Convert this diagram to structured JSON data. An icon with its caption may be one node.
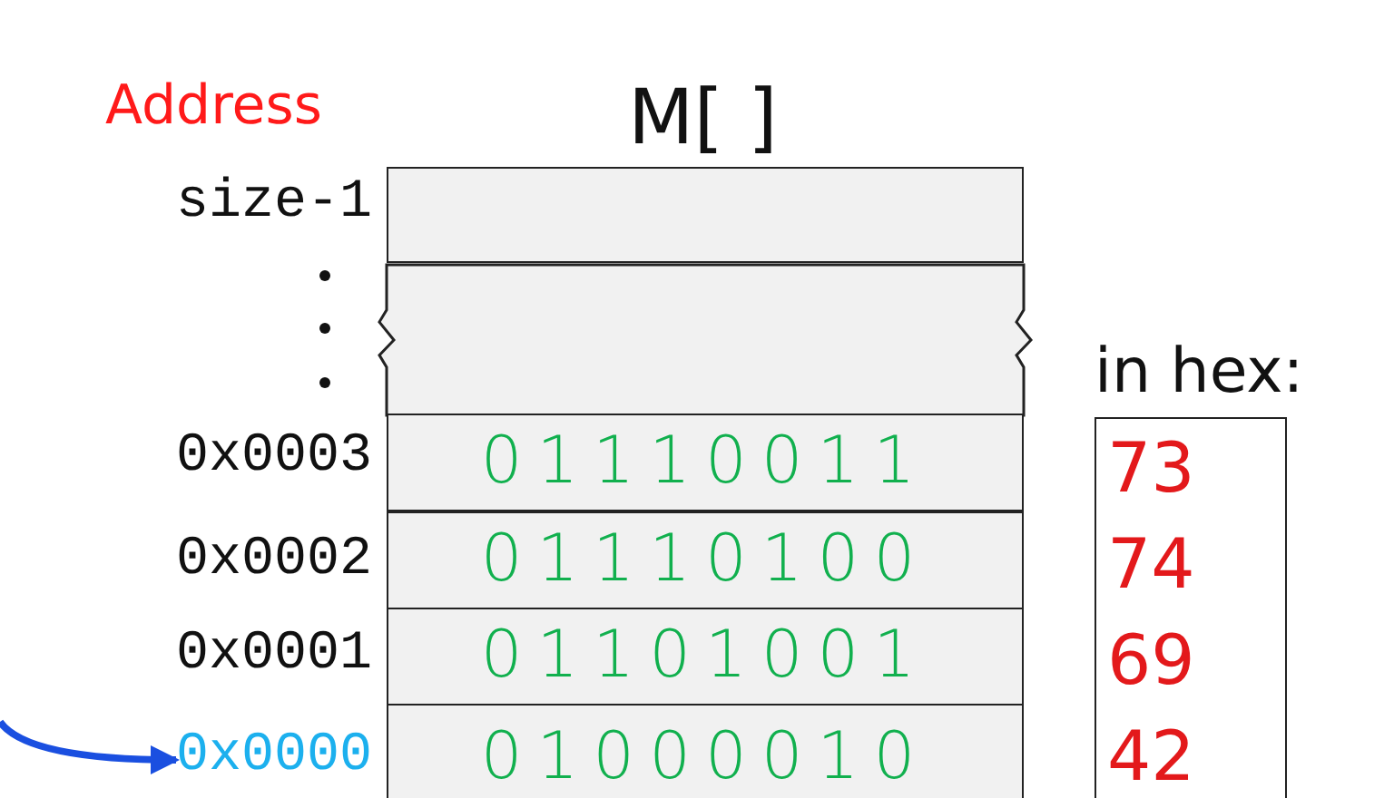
{
  "diagram": {
    "nodes": [
      {
        "text": [],
        "shape": "box"
      },
      {
        "text": [],
        "shape": "box"
      },
      {
        "text": [
          "01110011"
        ]
      },
      {
        "text": [
          "01110100"
        ]
      },
      {
        "text": [
          "01101001"
        ]
      },
      {
        "text": [
          "01000010"
        ]
      },
      {
        "text": [
          "0x0000"
        ]
      },
      {
        "text": [
          "in hex:",
          "73",
          "74",
          "69",
          "42"
        ]
      }
    ],
    "edges": [
      {
        "from": null,
        "to": 6,
        "arrow": "to",
        "color": "#1a4fe0"
      }
    ],
    "labels": [
      "Address",
      "M[ ]",
      "size-1",
      "0x0003",
      "0x0002",
      "0x0001"
    ]
  }
}
